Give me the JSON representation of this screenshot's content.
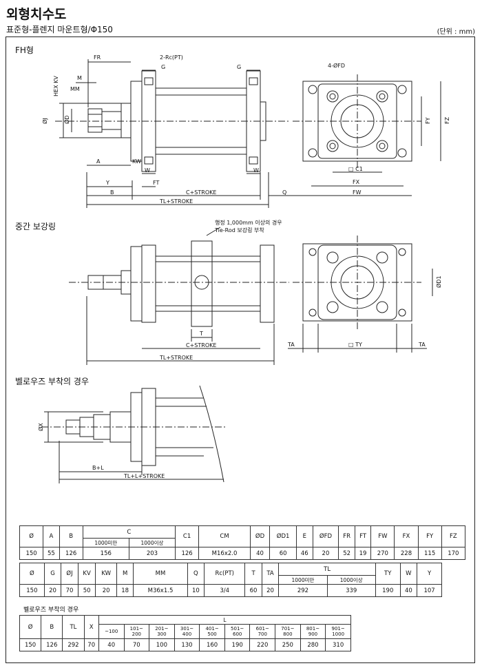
{
  "title": "외형치수도",
  "subtitle": "표준형-플렌지 마운트형/Φ150",
  "unit": "(단위 : mm)",
  "sections": {
    "fh": "FH형",
    "ring": "중간 보강링",
    "bellows": "벨로우즈 부착의 경우"
  },
  "fh_labels": {
    "fr": "FR",
    "rc": "2-Rc(PT)",
    "g1": "G",
    "g2": "G",
    "hexkv": "HEX KV",
    "m": "M",
    "mm": "MM",
    "phij": "ØJ",
    "phid": "ØD",
    "a": "A",
    "kw": "KW",
    "w1": "W",
    "w2": "W",
    "y": "Y",
    "ft": "FT",
    "b": "B",
    "cstroke": "C+STROKE",
    "q": "Q",
    "tlstroke": "TL+STROKE",
    "fd": "4-ØFD",
    "fy": "FY",
    "fz": "FZ",
    "c1": "□ C1",
    "fx": "FX",
    "fw": "FW"
  },
  "ring_labels": {
    "note1": "행정 1,000mm 이상의 경우",
    "note2": "Tie-Rod 보강링 부착",
    "t": "T",
    "cstroke": "C+STROKE",
    "tlstroke": "TL+STROKE",
    "d1": "ØD1",
    "ta1": "TA",
    "ty": "□ TY",
    "ta2": "TA"
  },
  "bellows_labels": {
    "x": "ØX",
    "bl": "B+L",
    "tll": "TL+L+STROKE"
  },
  "table1": {
    "headers": [
      "Ø",
      "A",
      "B",
      "C",
      "C1",
      "CM",
      "ØD",
      "ØD1",
      "E",
      "ØFD",
      "FR",
      "FT",
      "FW",
      "FX",
      "FY",
      "FZ"
    ],
    "c_sub": [
      "1000미만",
      "1000이상"
    ],
    "row": [
      "150",
      "55",
      "126",
      "156",
      "203",
      "126",
      "M16x2.0",
      "40",
      "60",
      "46",
      "20",
      "52",
      "19",
      "270",
      "228",
      "115",
      "170"
    ]
  },
  "table2": {
    "headers": [
      "Ø",
      "G",
      "ØJ",
      "KV",
      "KW",
      "M",
      "MM",
      "Q",
      "Rc(PT)",
      "T",
      "TA",
      "TL",
      "TY",
      "W",
      "Y"
    ],
    "tl_sub": [
      "1000미만",
      "1000이상"
    ],
    "row": [
      "150",
      "20",
      "70",
      "50",
      "20",
      "18",
      "M36x1.5",
      "10",
      "3/4",
      "60",
      "20",
      "292",
      "339",
      "190",
      "40",
      "107"
    ]
  },
  "table3": {
    "label": "벨로우즈 부착의 경우",
    "headers": [
      "Ø",
      "B",
      "TL",
      "X",
      "L"
    ],
    "ranges": [
      [
        "~100",
        ""
      ],
      [
        "101~",
        "200"
      ],
      [
        "201~",
        "300"
      ],
      [
        "301~",
        "400"
      ],
      [
        "401~",
        "500"
      ],
      [
        "501~",
        "600"
      ],
      [
        "601~",
        "700"
      ],
      [
        "701~",
        "800"
      ],
      [
        "801~",
        "900"
      ],
      [
        "901~",
        "1000"
      ]
    ],
    "row": [
      "150",
      "126",
      "292",
      "70",
      "40",
      "70",
      "100",
      "130",
      "160",
      "190",
      "220",
      "250",
      "280",
      "310"
    ]
  }
}
